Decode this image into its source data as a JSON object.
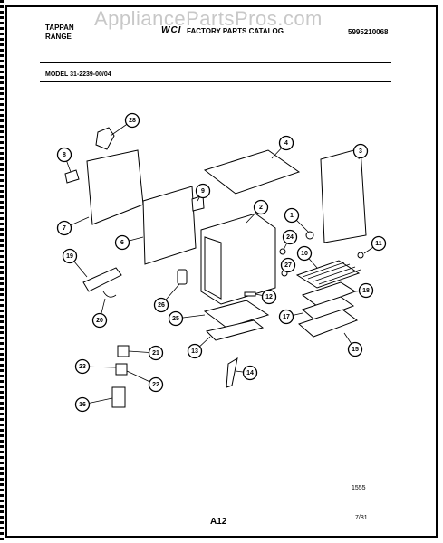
{
  "watermark": "AppliancePartsPros.com",
  "header": {
    "brand_line1": "TAPPAN",
    "brand_line2": "RANGE",
    "logo": "WCI",
    "catalog_title": "FACTORY PARTS CATALOG",
    "part_number": "5995210068"
  },
  "model_label": "MODEL 31-2239-00/04",
  "footer": {
    "code": "1555",
    "page": "A12",
    "date": "7/81"
  },
  "callouts": [
    "28",
    "8",
    "7",
    "6",
    "9",
    "4",
    "3",
    "2",
    "1",
    "11",
    "24",
    "10",
    "27",
    "12",
    "19",
    "26",
    "18",
    "25",
    "17",
    "20",
    "13",
    "15",
    "21",
    "23",
    "14",
    "22",
    "16"
  ]
}
